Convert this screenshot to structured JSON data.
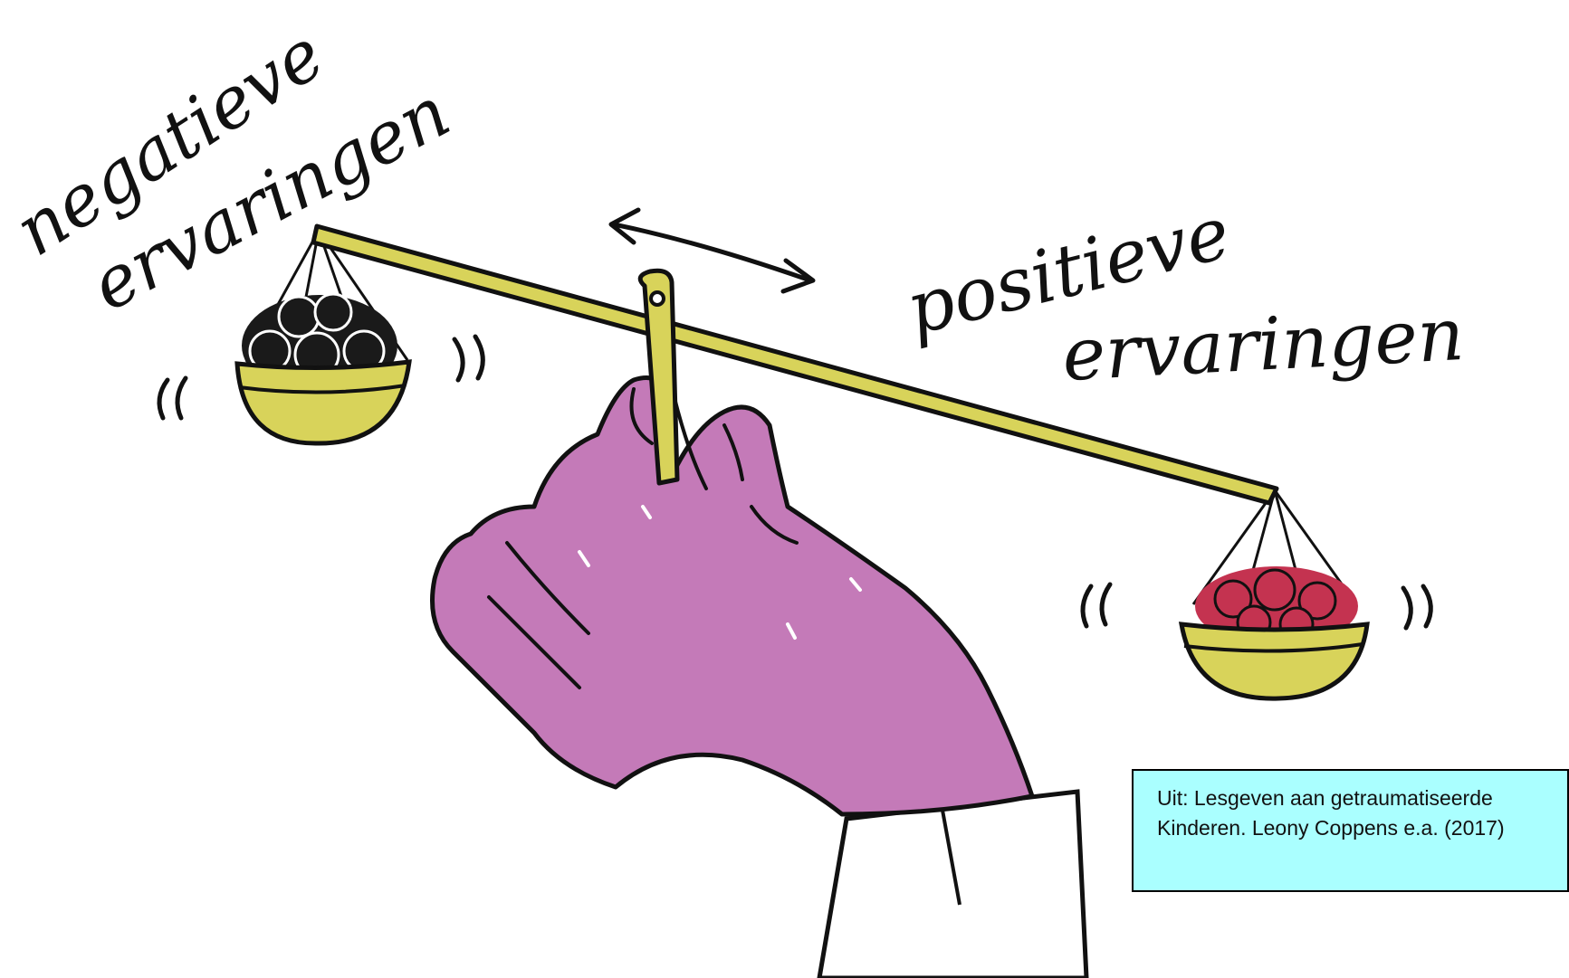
{
  "illustration": {
    "label_left_line1": "negatieve",
    "label_left_line2": "ervaringen",
    "label_right_line1": "positieve",
    "label_right_line2": "ervaringen"
  },
  "caption": {
    "line1": "Uit: Lesgeven aan getraumatiseerde",
    "line2": "Kinderen. Leony Coppens e.a. (2017)"
  },
  "colors": {
    "hand": "#c47ab8",
    "beam": "#d8d35a",
    "pan": "#d8d35a",
    "negative_balls": "#1a1a1a",
    "positive_balls": "#c43350",
    "caption_background": "#aaffff"
  }
}
